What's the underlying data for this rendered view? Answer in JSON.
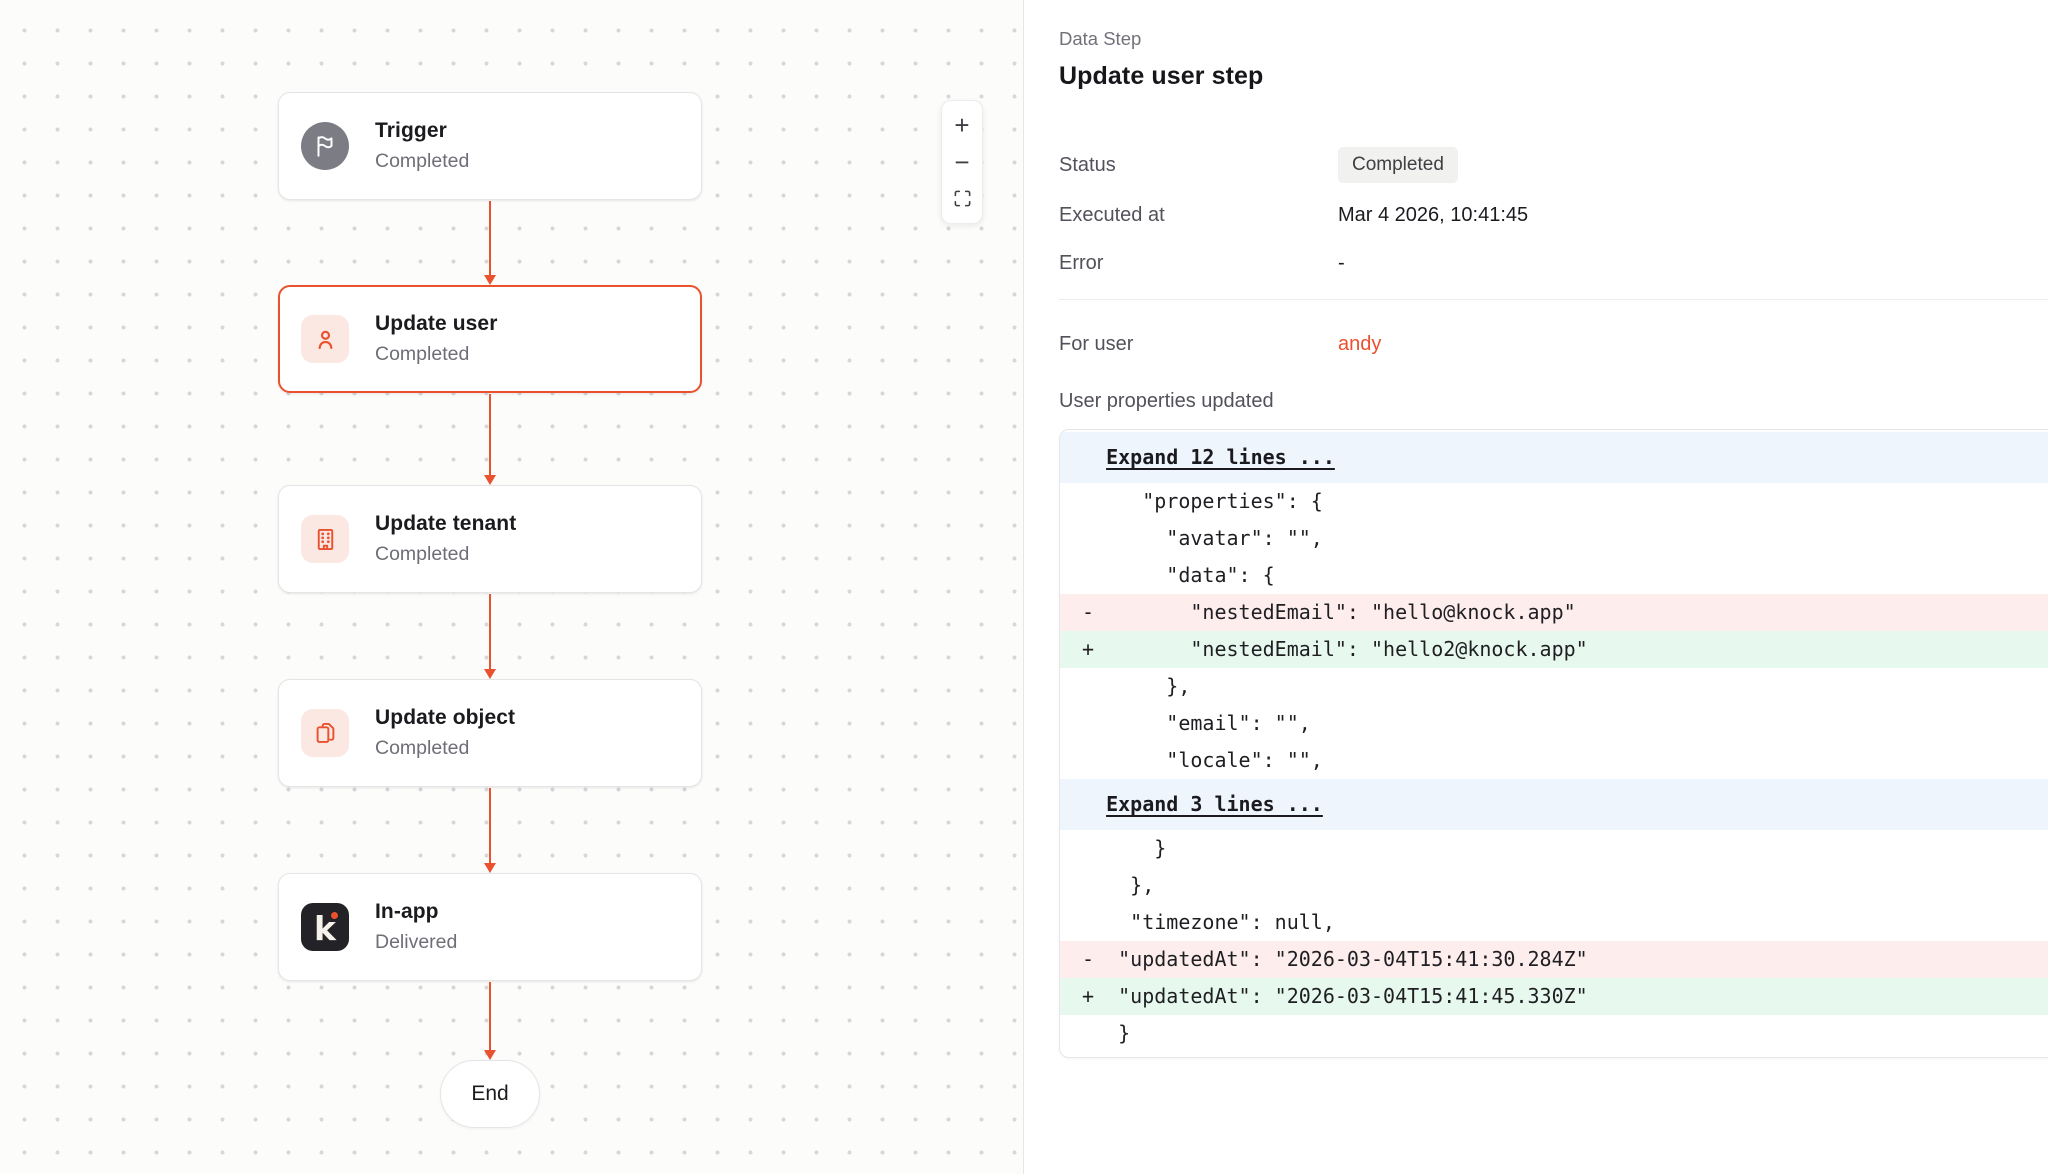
{
  "colors": {
    "accent_red": "#e9512f",
    "icon_pink_bg": "#fce8e2",
    "trigger_gray": "#7c7c85",
    "logo_dark": "#232327",
    "badge_bg": "#f1f1f0",
    "diff_expand_bg": "#eff5fd",
    "diff_del_bg": "#fdeded",
    "diff_add_bg": "#e7f9ee",
    "canvas_bg": "#fcfcfa"
  },
  "canvas": {
    "nodes": [
      {
        "title": "Trigger",
        "subtitle": "Completed",
        "icon": "flag-icon"
      },
      {
        "title": "Update user",
        "subtitle": "Completed",
        "icon": "user-icon"
      },
      {
        "title": "Update tenant",
        "subtitle": "Completed",
        "icon": "building-icon"
      },
      {
        "title": "Update object",
        "subtitle": "Completed",
        "icon": "copy-icon"
      },
      {
        "title": "In-app",
        "subtitle": "Delivered",
        "icon": "knock-logo",
        "logo_letter": "k"
      }
    ],
    "end_label": "End",
    "zoom_controls": {
      "zoom_in": "+",
      "zoom_out": "−"
    }
  },
  "panel": {
    "eyebrow": "Data Step",
    "title": "Update user step",
    "fields": [
      {
        "label": "Status",
        "value": "Completed"
      },
      {
        "label": "Executed at",
        "value": "Mar 4 2026, 10:41:45"
      },
      {
        "label": "Error",
        "value": "-"
      }
    ],
    "for_user": {
      "label": "For user",
      "value": "andy"
    },
    "diff_section_label": "User properties updated",
    "diff": {
      "lines": [
        {
          "type": "expand",
          "text": "Expand 12 lines ..."
        },
        {
          "type": "ctx",
          "text": "     \"properties\": {"
        },
        {
          "type": "ctx",
          "text": "       \"avatar\": \"\","
        },
        {
          "type": "ctx",
          "text": "       \"data\": {"
        },
        {
          "type": "del",
          "text": "-        \"nestedEmail\": \"hello@knock.app\""
        },
        {
          "type": "add",
          "text": "+        \"nestedEmail\": \"hello2@knock.app\""
        },
        {
          "type": "ctx",
          "text": "       },"
        },
        {
          "type": "ctx",
          "text": "       \"email\": \"\","
        },
        {
          "type": "ctx",
          "text": "       \"locale\": \"\","
        },
        {
          "type": "expand",
          "text": "Expand 3 lines ..."
        },
        {
          "type": "ctx",
          "text": "      }"
        },
        {
          "type": "ctx",
          "text": "    },"
        },
        {
          "type": "ctx",
          "text": "    \"timezone\": null,"
        },
        {
          "type": "del",
          "text": "-  \"updatedAt\": \"2026-03-04T15:41:30.284Z\""
        },
        {
          "type": "add",
          "text": "+  \"updatedAt\": \"2026-03-04T15:41:45.330Z\""
        },
        {
          "type": "ctx",
          "text": "   }"
        }
      ]
    }
  }
}
